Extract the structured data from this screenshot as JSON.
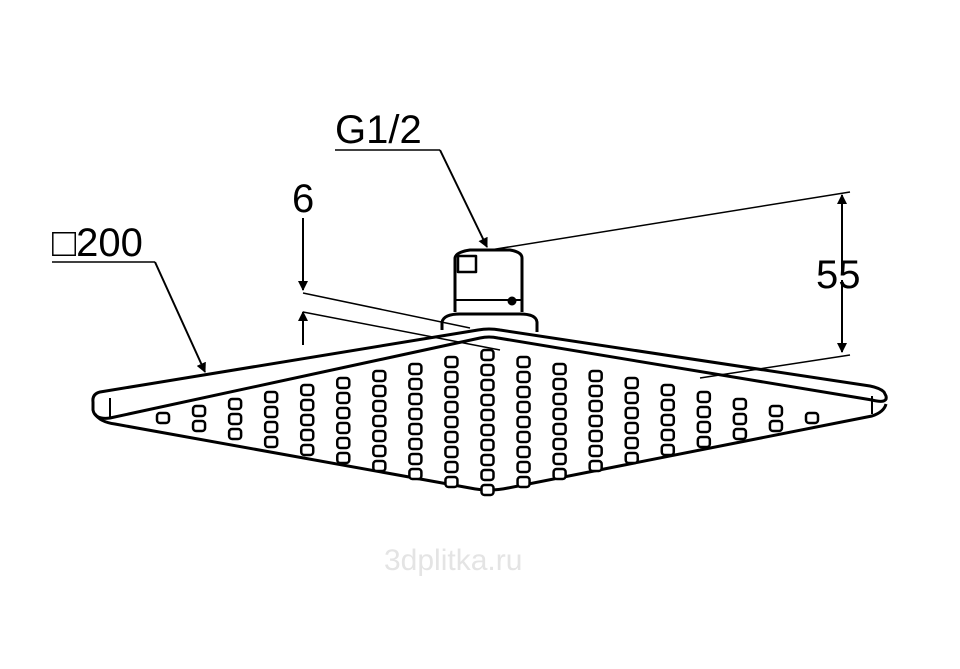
{
  "title": "Square overhead shower head dimension drawing",
  "dimensions": {
    "size": "□200",
    "thickness": "6",
    "thread": "G1/2",
    "height": "55"
  },
  "nozzles": {
    "columns": 19,
    "max_per_column": 10
  },
  "watermark": "3dplitka.ru",
  "colors": {
    "line": "#000000",
    "watermark": "#e4e4e4"
  }
}
